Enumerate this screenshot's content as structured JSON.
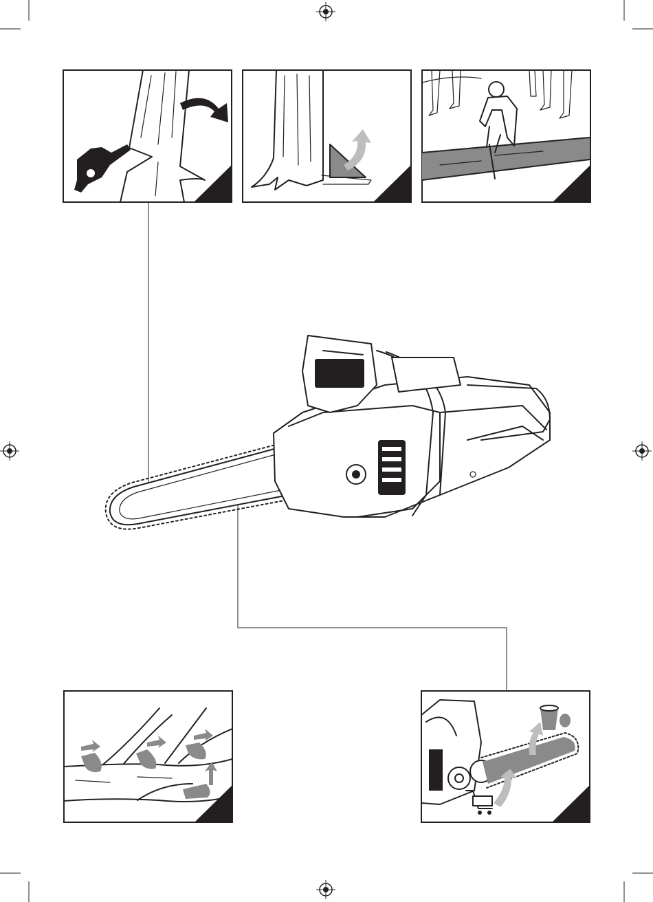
{
  "panels": [
    {
      "id": "felling",
      "icon": "felling-tree-icon"
    },
    {
      "id": "notch",
      "icon": "felling-notch-icon"
    },
    {
      "id": "bucking",
      "icon": "bucking-log-icon"
    },
    {
      "id": "limbing",
      "icon": "limbing-branches-icon"
    },
    {
      "id": "maintenance",
      "icon": "chain-replacement-icon"
    }
  ],
  "product": {
    "icon": "chainsaw-icon"
  },
  "colors": {
    "ink": "#231f20",
    "shade": "#8a8a8a",
    "light": "#bdbdbd"
  }
}
